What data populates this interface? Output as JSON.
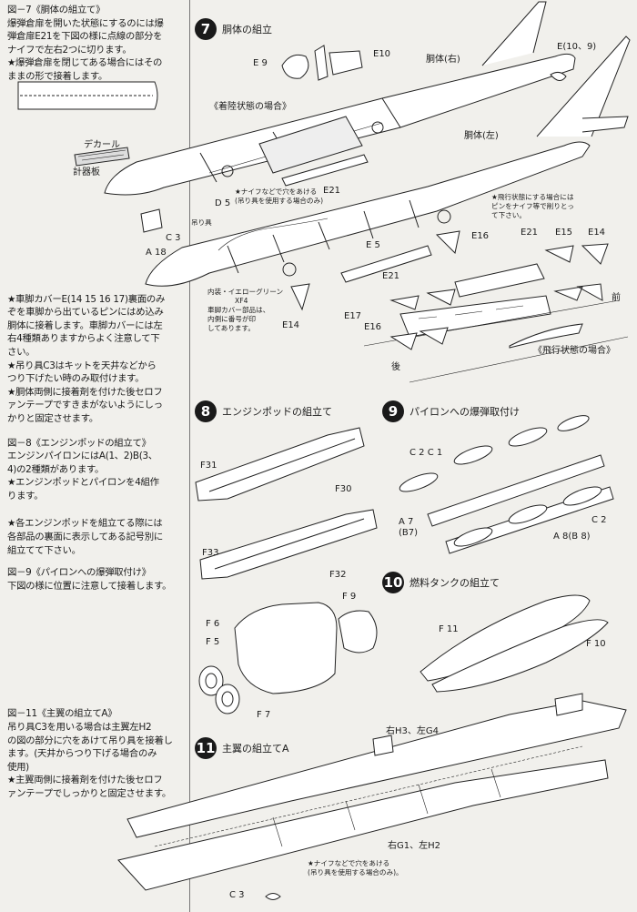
{
  "left_column": {
    "fig7": [
      "図－7《胴体の組立て》",
      "爆弾倉扉を開いた状態にするのには爆",
      "弾倉扉E21を下図の様に点線の部分を",
      "ナイフで左右2つに切ります。",
      "★爆弾倉扉を閉じてある場合にはその",
      "ままの形で接着します。"
    ],
    "decal_label": "デカール",
    "gauge_label": "計器板",
    "gear_notes": [
      "★車脚カバーE(14 15 16 17)裏面のみ",
      "ぞを車脚から出ているピンにはめ込み",
      "胴体に接着します。車脚カバーには左",
      "右4種類ありますからよく注意して下",
      "さい。",
      "★吊り具C3はキットを天井などから",
      "つり下げたい時のみ取付けます。",
      "★胴体両側に接着剤を付けた後セロフ",
      "ァンテープですきまがないようにしっ",
      "かりと固定させます。"
    ],
    "fig8": [
      "図－8《エンジンポッドの組立て》",
      "エンジンパイロンにはA(1、2)B(3、",
      "4)の2種類があります。",
      "★エンジンポッドとパイロンを4組作",
      "ります。"
    ],
    "pod_note": [
      "★各エンジンポッドを組立てる際には",
      "各部品の裏面に表示してある記号別に",
      "組立てて下さい。"
    ],
    "fig9": [
      "図－9《パイロンへの爆弾取付け》",
      "下図の様に位置に注意して接着します。"
    ],
    "fig11": [
      "図－11《主翼の組立てA》",
      "吊り具C3を用いる場合は主翼左H2",
      "の図の部分に穴をあけて吊り具を接着し",
      "ます。(天井からつり下げる場合のみ",
      "使用)",
      "★主翼両側に接着剤を付けた後セロフ",
      "ァンテープでしっかりと固定させます。"
    ]
  },
  "steps": {
    "s7": {
      "num": "7",
      "title": "胴体の組立"
    },
    "s8": {
      "num": "8",
      "title": "エンジンポッドの組立て"
    },
    "s9": {
      "num": "9",
      "title": "パイロンへの爆弾取付け"
    },
    "s10": {
      "num": "10",
      "title": "燃料タンクの組立て"
    },
    "s11": {
      "num": "11",
      "title": "主翼の組立てA"
    }
  },
  "labels7": {
    "e9": "E 9",
    "e10": "E10",
    "e10_9": "E(10、9)",
    "body_right": "胴体(右)",
    "landing_state": "《着陸状態の場合》",
    "body_left": "胴体(左)",
    "knife_hole": [
      "★ナイフなどで穴をあける",
      "(吊り具を使用する場合のみ)"
    ],
    "e21a": "E21",
    "d5": "D 5",
    "hook": "吊り具",
    "c3": "C 3",
    "a18": "A 18",
    "flight_note": [
      "★飛行状態にする場合には",
      "ピンをナイフ等で削りとっ",
      "て下さい。"
    ],
    "e5": "E 5",
    "e16a": "E16",
    "e21b": "E21",
    "e21c": "E21",
    "e15": "E15",
    "e14a": "E14",
    "color_note": [
      "内装・イエローグリーン",
      "XF4",
      "車脚カバー部品は、",
      "内側に番号が印",
      "してあります。"
    ],
    "e14b": "E14",
    "front": "前",
    "e17": "E17",
    "e16b": "E16",
    "flight_state": "《飛行状態の場合》",
    "rear": "後"
  },
  "labels8": {
    "f31": "F31",
    "f30": "F30",
    "f33": "F33",
    "f32": "F32",
    "f9": "F 9",
    "f6": "F 6",
    "f5": "F 5",
    "f7": "F 7"
  },
  "labels9": {
    "c2c1": "C 2 C 1",
    "a7": "A 7",
    "b7": "(B7)",
    "c2": "C 2",
    "a8": "A 8(B 8)"
  },
  "labels10": {
    "f11": "F 11",
    "f10": "F 10"
  },
  "labels11": {
    "h3g4": "右H3、左G4",
    "g1h2": "右G1、左H2",
    "knife2": [
      "★ナイフなどで穴をあける",
      "(吊り具を使用する場合のみ)。"
    ],
    "c3b": "C 3"
  }
}
